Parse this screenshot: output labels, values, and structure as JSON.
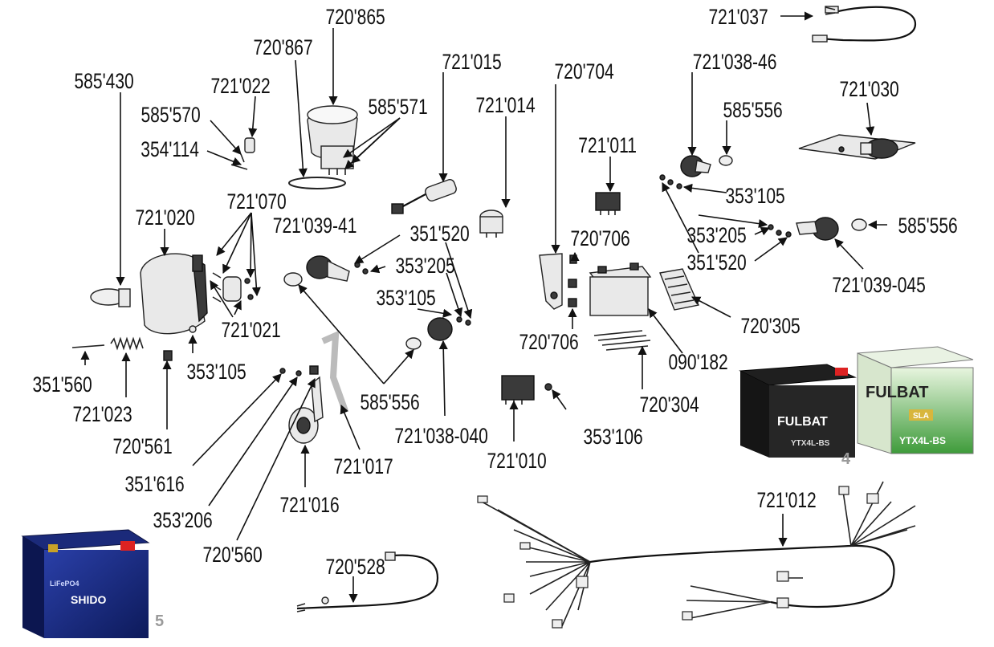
{
  "labels": [
    "720'865",
    "720'867",
    "721'037",
    "585'430",
    "721'022",
    "585'570",
    "585'571",
    "721'015",
    "720'704",
    "721'038-46",
    "721'030",
    "721'014",
    "585'556",
    "354'114",
    "721'011",
    "353'105",
    "721'070",
    "721'020",
    "721'039-41",
    "351'520",
    "585'556",
    "353'205",
    "720'706",
    "353'205",
    "351'520",
    "721'039-045",
    "353'105",
    "721'021",
    "720'305",
    "353'105",
    "720'706",
    "090'182",
    "351'560",
    "585'556",
    "721'023",
    "720'304",
    "721'038-040",
    "353'106",
    "720'561",
    "721'010",
    "721'017",
    "351'616",
    "721'012",
    "721'016",
    "353'206",
    "720'560",
    "720'528"
  ],
  "photos": [
    {
      "number": "4",
      "brand": "FULBAT",
      "model": "YTX4L-BS",
      "badge": "SLA"
    },
    {
      "number": "5",
      "brand": "SHIDO",
      "model": "LiFePO4"
    }
  ]
}
